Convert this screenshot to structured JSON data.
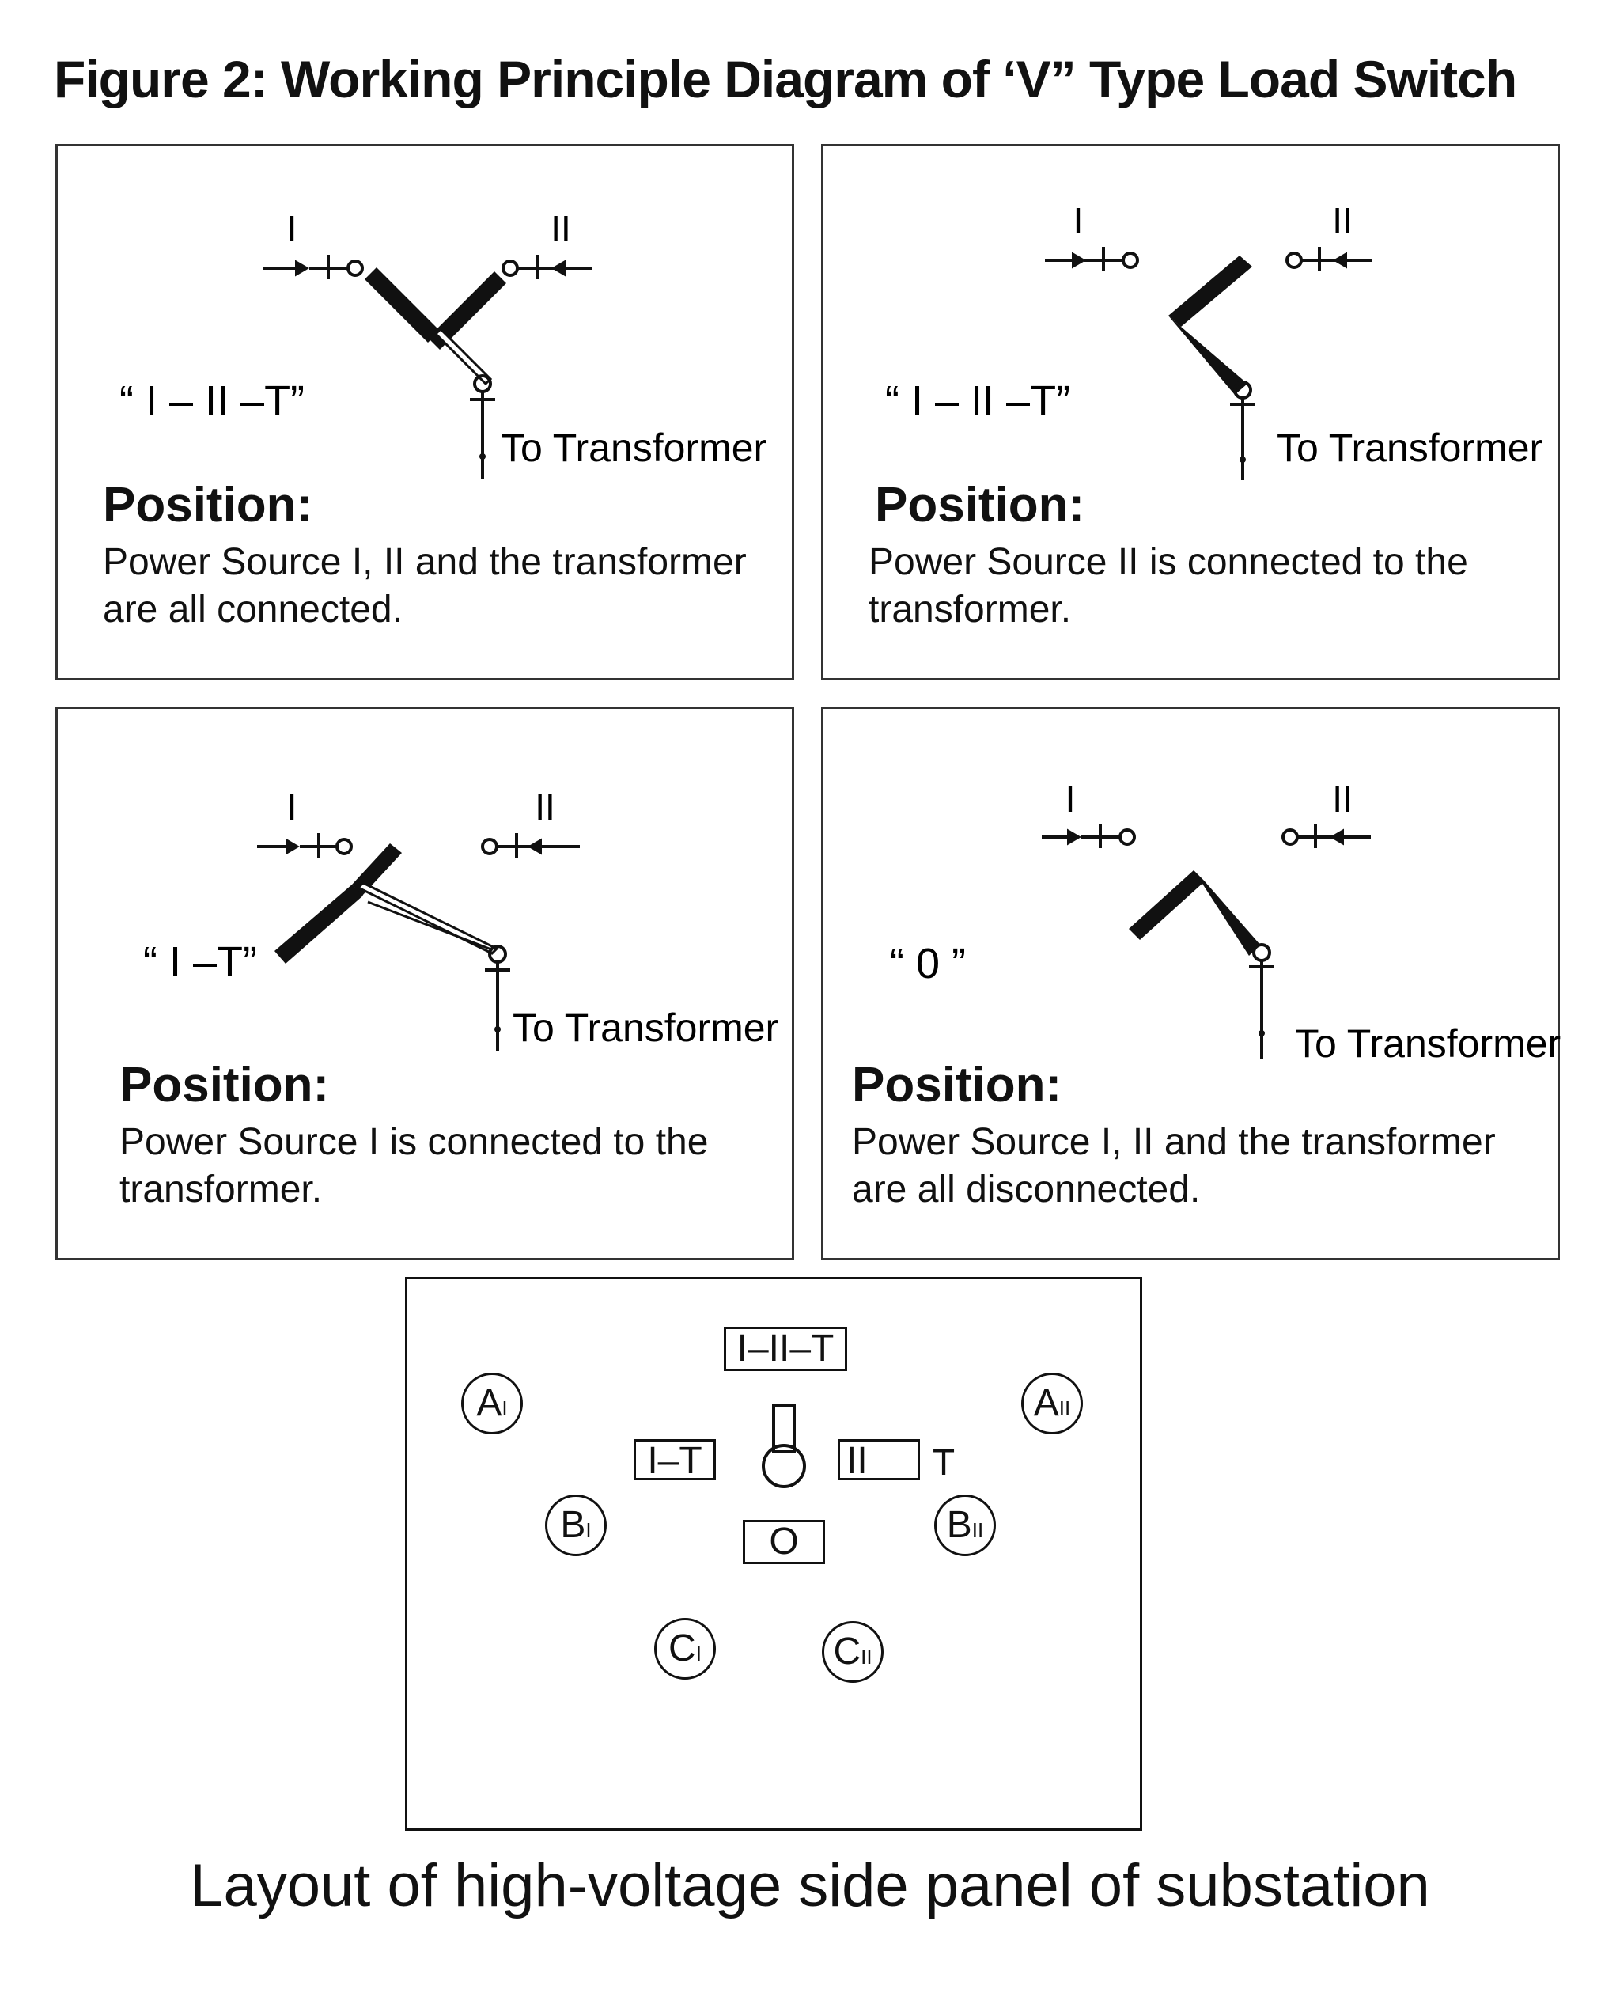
{
  "figure_title": "Figure 2: Working Principle Diagram of ‘V” Type Load Switch",
  "source_labels": {
    "one": "I",
    "two": "II"
  },
  "transformer_label": "To Transformer",
  "position_heading": "Position:",
  "panels": [
    {
      "code": "“ I – II –T”",
      "description": "Power Source I, II and the transformer are all connected."
    },
    {
      "code": "“ I – II –T”",
      "description": "Power Source II is connected to the transformer."
    },
    {
      "code": "“ I –T”",
      "description": "Power Source I is connected to the transformer."
    },
    {
      "code": "“ 0 ”",
      "description": "Power Source I, II and the transformer are all disconnected."
    }
  ],
  "layout_panel": {
    "caption": "Layout of high-voltage side panel of substation",
    "boxes": {
      "i_ii_t": "I–II–T",
      "i_t": "I–T",
      "ii": "II",
      "t": "T",
      "zero": "O"
    },
    "circles": [
      {
        "letter": "A",
        "sub": "I"
      },
      {
        "letter": "A",
        "sub": "II"
      },
      {
        "letter": "B",
        "sub": "I"
      },
      {
        "letter": "B",
        "sub": "II"
      },
      {
        "letter": "C",
        "sub": "I"
      },
      {
        "letter": "C",
        "sub": "II"
      }
    ]
  }
}
